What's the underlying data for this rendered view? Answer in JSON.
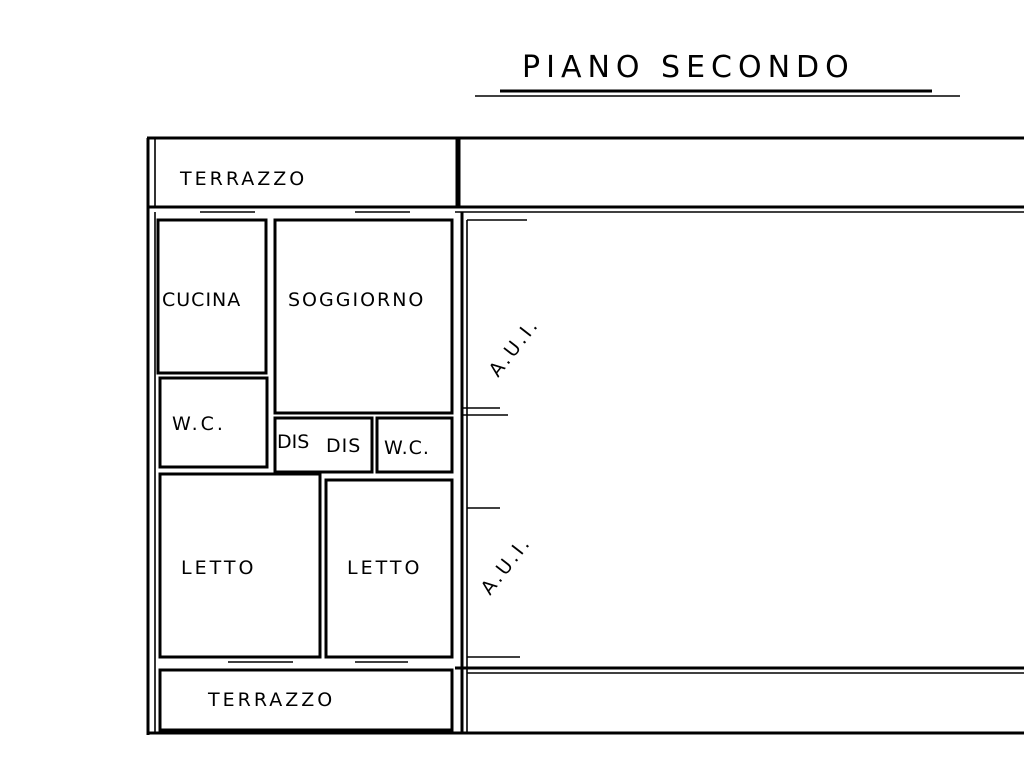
{
  "title": "PIANO SECONDO",
  "rooms": {
    "terrazzo_top": "TERRAZZO",
    "cucina": "CUCINA",
    "soggiorno": "SOGGIORNO",
    "wc_left": "W.C.",
    "dis_1": "DIS",
    "dis_2": "DIS",
    "wc_right": "W.C.",
    "letto_1": "LETTO",
    "letto_2": "LETTO",
    "terrazzo_bottom": "TERRAZZO"
  },
  "adjacent": {
    "upper": "A.U.I.",
    "lower": "A.U.I."
  }
}
